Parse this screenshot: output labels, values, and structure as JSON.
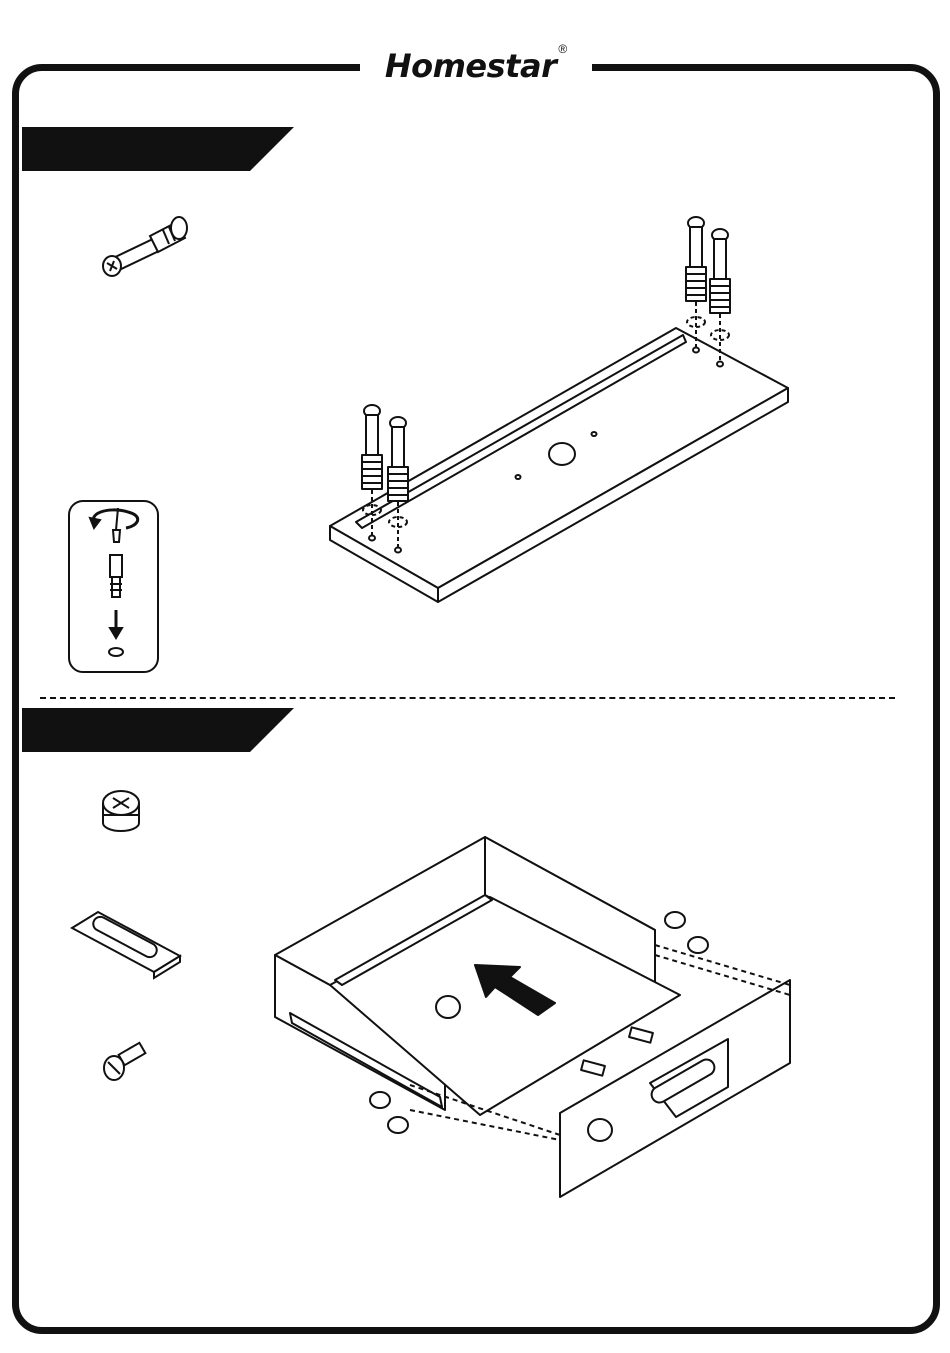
{
  "brand": {
    "name": "Homestar",
    "registered_mark": "®"
  },
  "steps": [
    {
      "id": "step-a",
      "parts": [
        "cam-bolt"
      ],
      "inset": "screwdriver-insert-cam-bolt"
    },
    {
      "id": "step-b",
      "parts": [
        "cam-lock",
        "recessed-handle",
        "handle-screw"
      ]
    }
  ],
  "colors": {
    "ink": "#111111",
    "paper": "#ffffff"
  }
}
